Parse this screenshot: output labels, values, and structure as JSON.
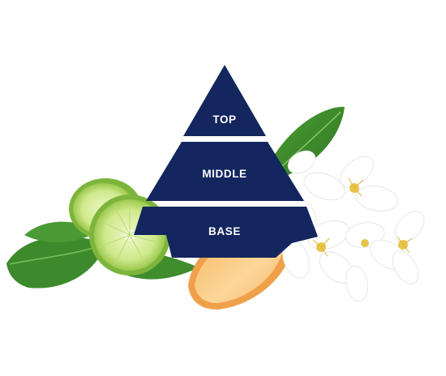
{
  "pyramid": {
    "tiers": [
      {
        "label": "TOP"
      },
      {
        "label": "MIDDLE"
      },
      {
        "label": "BASE"
      }
    ]
  },
  "colors": {
    "pyramid_fill": "#13265e",
    "pyramid_gap": "#ffffff",
    "leaf_dark": "#3f8a2c",
    "leaf_light": "#6fbf47",
    "lime_rind": "#7fb83a",
    "lime_flesh": "#d9ef9a",
    "peach_skin": "#f2a24a",
    "peach_flesh": "#fbd28c",
    "jasmine_petal": "#ffffff",
    "jasmine_center": "#e9c44a"
  },
  "illustration": {
    "elements": [
      "green-leaf-icon",
      "bergamot-lime-icon",
      "peach-slice-icon",
      "jasmine-flower-icon"
    ]
  }
}
